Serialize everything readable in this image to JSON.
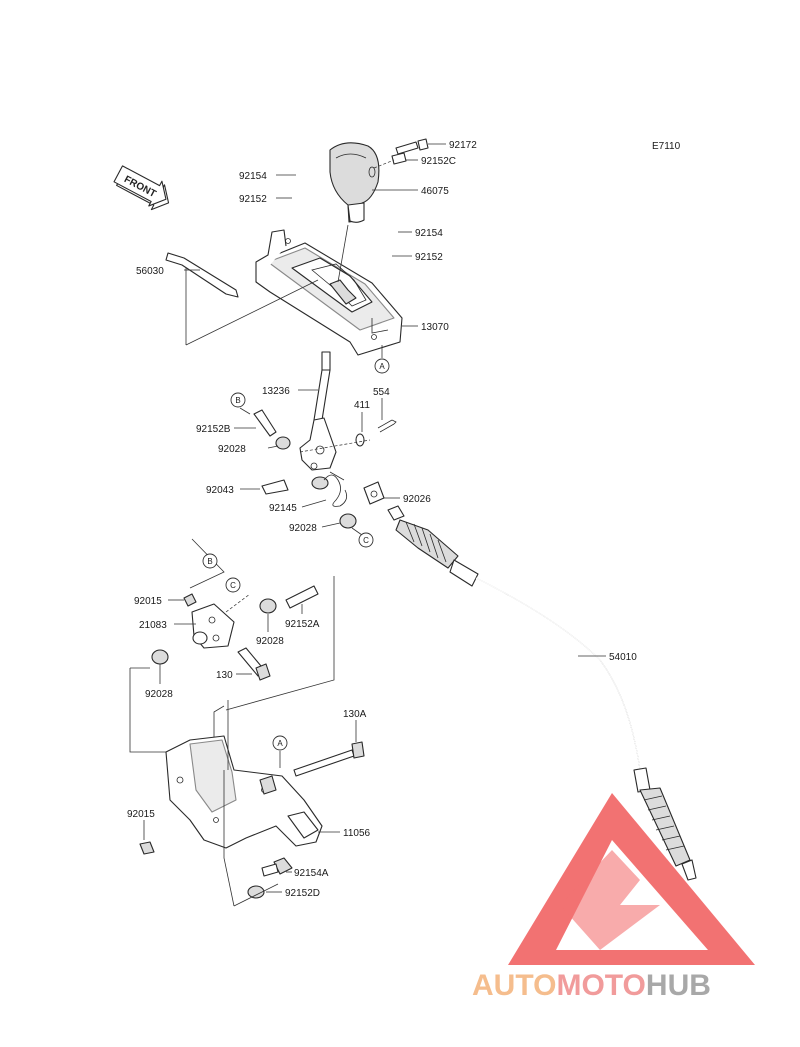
{
  "diagram_code": "E7110",
  "front_label": "FRONT",
  "parts": [
    {
      "id": "p92172",
      "number": "92172"
    },
    {
      "id": "p92152C",
      "number": "92152C"
    },
    {
      "id": "p46075",
      "number": "46075"
    },
    {
      "id": "p92154-top",
      "number": "92154"
    },
    {
      "id": "p92152-top",
      "number": "92152"
    },
    {
      "id": "p92154-right",
      "number": "92154"
    },
    {
      "id": "p92152-right",
      "number": "92152"
    },
    {
      "id": "p56030",
      "number": "56030"
    },
    {
      "id": "p13070",
      "number": "13070"
    },
    {
      "id": "p13236",
      "number": "13236"
    },
    {
      "id": "p554",
      "number": "554"
    },
    {
      "id": "p411",
      "number": "411"
    },
    {
      "id": "p92152B",
      "number": "92152B"
    },
    {
      "id": "p92028-a",
      "number": "92028"
    },
    {
      "id": "p92043",
      "number": "92043"
    },
    {
      "id": "p92026",
      "number": "92026"
    },
    {
      "id": "p92145",
      "number": "92145"
    },
    {
      "id": "p92028-b",
      "number": "92028"
    },
    {
      "id": "p92015-top",
      "number": "92015"
    },
    {
      "id": "p21083",
      "number": "21083"
    },
    {
      "id": "p92028-c",
      "number": "92028"
    },
    {
      "id": "p92152A",
      "number": "92152A"
    },
    {
      "id": "p130",
      "number": "130"
    },
    {
      "id": "p92028-d",
      "number": "92028"
    },
    {
      "id": "p54010",
      "number": "54010"
    },
    {
      "id": "p130A",
      "number": "130A"
    },
    {
      "id": "p92015-bottom",
      "number": "92015"
    },
    {
      "id": "p11056",
      "number": "11056"
    },
    {
      "id": "p92154A",
      "number": "92154A"
    },
    {
      "id": "p92152D",
      "number": "92152D"
    }
  ],
  "refs": [
    {
      "id": "ref-A-top",
      "letter": "A"
    },
    {
      "id": "ref-B-top",
      "letter": "B"
    },
    {
      "id": "ref-C-top",
      "letter": "C"
    },
    {
      "id": "ref-B-mid",
      "letter": "B"
    },
    {
      "id": "ref-C-mid",
      "letter": "C"
    },
    {
      "id": "ref-A-bottom",
      "letter": "A"
    }
  ],
  "watermark": {
    "part1": "AUTO",
    "part2": "MOTO",
    "part3": "HUB",
    "color1": "#f4b27a",
    "color2": "#ef8a8a",
    "color3": "#9a9a9a",
    "triangle_color": "#f05a5a"
  }
}
